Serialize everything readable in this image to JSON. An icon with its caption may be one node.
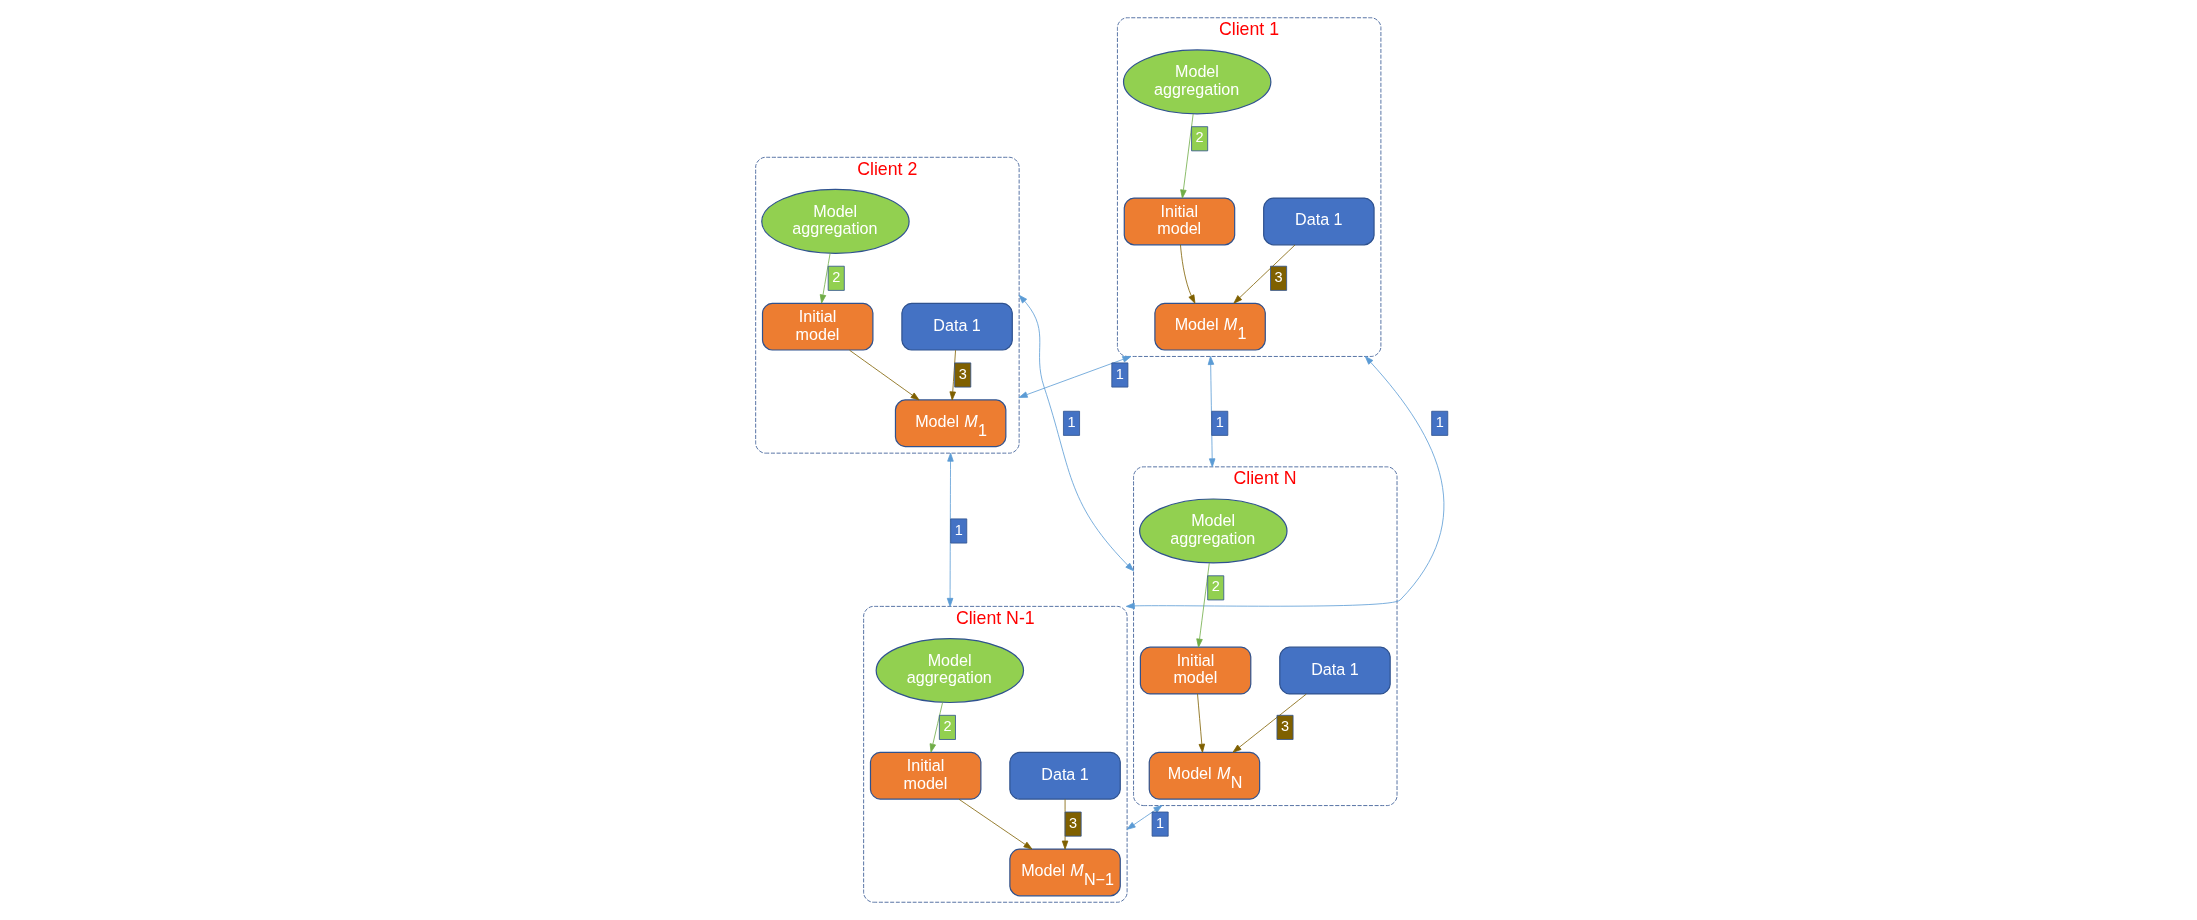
{
  "diagram": {
    "nodes": [
      {
        "text": [
          "Client 1"
        ]
      },
      {
        "text": [
          "Data 1"
        ],
        "in": 0
      },
      {
        "text": [
          "Model *M*$_{1}$"
        ],
        "in": 0
      },
      {
        "text": [
          "Initial model"
        ],
        "in": 0
      },
      {
        "text": [
          "Model aggregation"
        ],
        "in": 0
      },
      {
        "text": [
          "Client 2"
        ]
      },
      {
        "text": [
          "Data 1"
        ],
        "in": 5
      },
      {
        "text": [
          "Model *M*$_{1}$"
        ],
        "in": 5
      },
      {
        "text": [
          "Initial model"
        ],
        "in": 5
      },
      {
        "text": [
          "Model aggregation"
        ],
        "in": 5
      },
      {
        "text": [
          "Client N"
        ]
      },
      {
        "text": [
          "Data 1"
        ],
        "in": 10
      },
      {
        "text": [
          "Model *M*$_{N}$"
        ],
        "in": 10
      },
      {
        "text": [
          "Initial model"
        ],
        "in": 10
      },
      {
        "text": [
          "Model aggregation"
        ],
        "in": 10
      },
      {
        "text": [
          "Client N-1"
        ]
      },
      {
        "text": [
          "Data 1"
        ],
        "in": 15
      },
      {
        "text": [
          "Model *M*$_{N−1}$"
        ],
        "in": 15
      },
      {
        "text": [
          "Initial model"
        ],
        "in": 15
      },
      {
        "text": [
          "Model aggregation"
        ],
        "in": 15
      }
    ],
    "edges": [
      {
        "from": 1,
        "to": 2,
        "arrow": "to",
        "label": "3",
        "color": "#7f6000"
      },
      {
        "from": 3,
        "to": 2,
        "arrow": "to",
        "color": "#7f6000"
      },
      {
        "from": 4,
        "to": 3,
        "arrow": "to",
        "label": "2",
        "color": "#70ad47"
      },
      {
        "from": 6,
        "to": 7,
        "arrow": "to",
        "label": "3",
        "color": "#7f6000"
      },
      {
        "from": 8,
        "to": 7,
        "arrow": "to",
        "color": "#7f6000"
      },
      {
        "from": 9,
        "to": 8,
        "arrow": "to",
        "label": "2",
        "color": "#70ad47"
      },
      {
        "from": 11,
        "to": 12,
        "arrow": "to",
        "label": "3",
        "color": "#7f6000"
      },
      {
        "from": 13,
        "to": 12,
        "arrow": "to",
        "color": "#7f6000"
      },
      {
        "from": 14,
        "to": 13,
        "arrow": "to",
        "label": "2",
        "color": "#70ad47"
      },
      {
        "from": 16,
        "to": 17,
        "arrow": "to",
        "label": "3",
        "color": "#7f6000"
      },
      {
        "from": 18,
        "to": 17,
        "arrow": "to",
        "color": "#7f6000"
      },
      {
        "from": 19,
        "to": 18,
        "arrow": "to",
        "label": "2",
        "color": "#70ad47"
      },
      {
        "from": 0,
        "to": 5,
        "arrow": "both",
        "label": "1",
        "color": "#5b9bd5"
      },
      {
        "from": 0,
        "to": 10,
        "arrow": "both",
        "label": "1",
        "color": "#5b9bd5"
      },
      {
        "from": 0,
        "to": 15,
        "arrow": "both",
        "label": "1",
        "color": "#5b9bd5"
      },
      {
        "from": 5,
        "to": 10,
        "arrow": "both",
        "label": "1",
        "color": "#5b9bd5"
      },
      {
        "from": 5,
        "to": 15,
        "arrow": "both",
        "label": "1",
        "color": "#5b9bd5"
      },
      {
        "from": 10,
        "to": 15,
        "arrow": "both",
        "label": "1",
        "color": "#5b9bd5"
      }
    ]
  }
}
